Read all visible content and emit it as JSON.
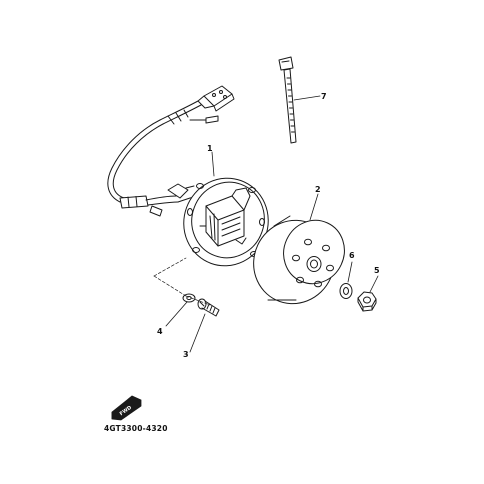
{
  "diagram": {
    "callouts": [
      "1",
      "2",
      "3",
      "4",
      "5",
      "6",
      "7"
    ],
    "direction_badge": "FWD",
    "drawing_code": "4GT3300-4320"
  },
  "colors": {
    "line": "#1a1a1a",
    "background": "#ffffff"
  }
}
